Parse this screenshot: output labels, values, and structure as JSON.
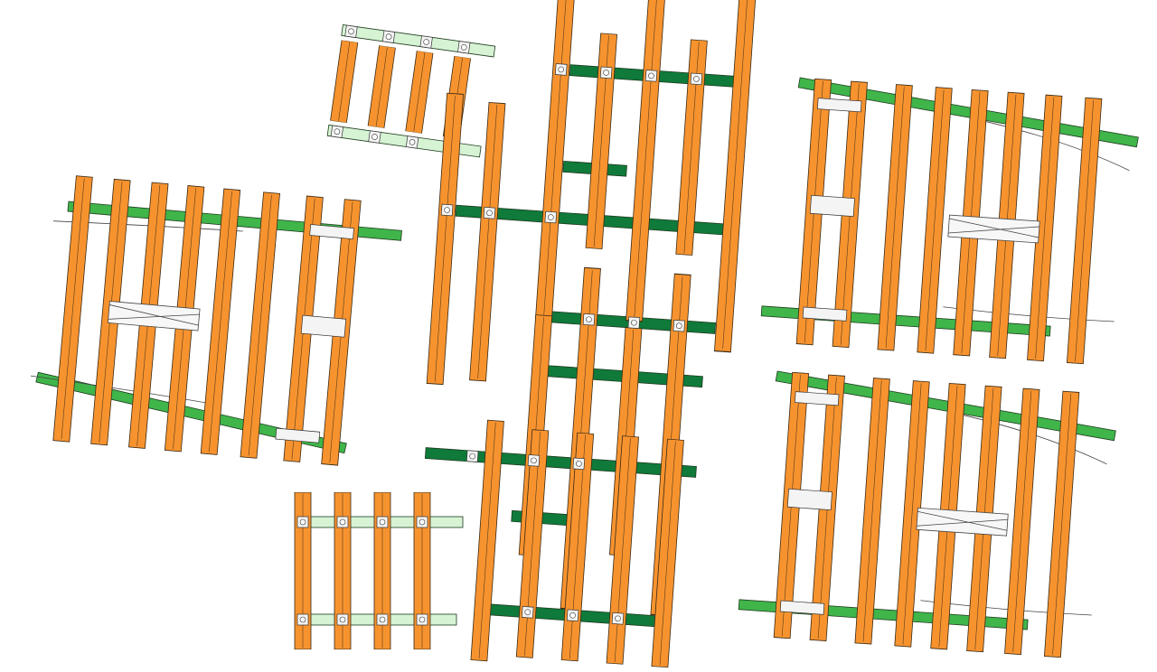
{
  "colors": {
    "tie": "#f7932f",
    "tie_outline": "#3a2a14",
    "rail_dark_green": "#0f7a3a",
    "rail_medium_green": "#3fb54a",
    "rail_light_green": "#d6f3d4",
    "plate": "#f4f4f4",
    "background": "#ffffff"
  },
  "icons": [
    "switch-frog-icon",
    "rail-clip-icon",
    "tie-plate-icon"
  ],
  "track_panels": [
    {
      "name": "panel-top-small",
      "ties": 4,
      "rail_style": "light-green"
    },
    {
      "name": "panel-left-switch",
      "ties": 8,
      "rail_style": "medium-green",
      "has_switch": true
    },
    {
      "name": "panel-center-straight",
      "ties": 10,
      "rail_style": "dark-green"
    },
    {
      "name": "panel-right-top-switch",
      "ties": 8,
      "rail_style": "medium-green",
      "has_switch": true
    },
    {
      "name": "panel-right-bottom-switch",
      "ties": 8,
      "rail_style": "medium-green",
      "has_switch": true
    },
    {
      "name": "panel-bottom-small",
      "ties": 4,
      "rail_style": "light-green"
    }
  ]
}
